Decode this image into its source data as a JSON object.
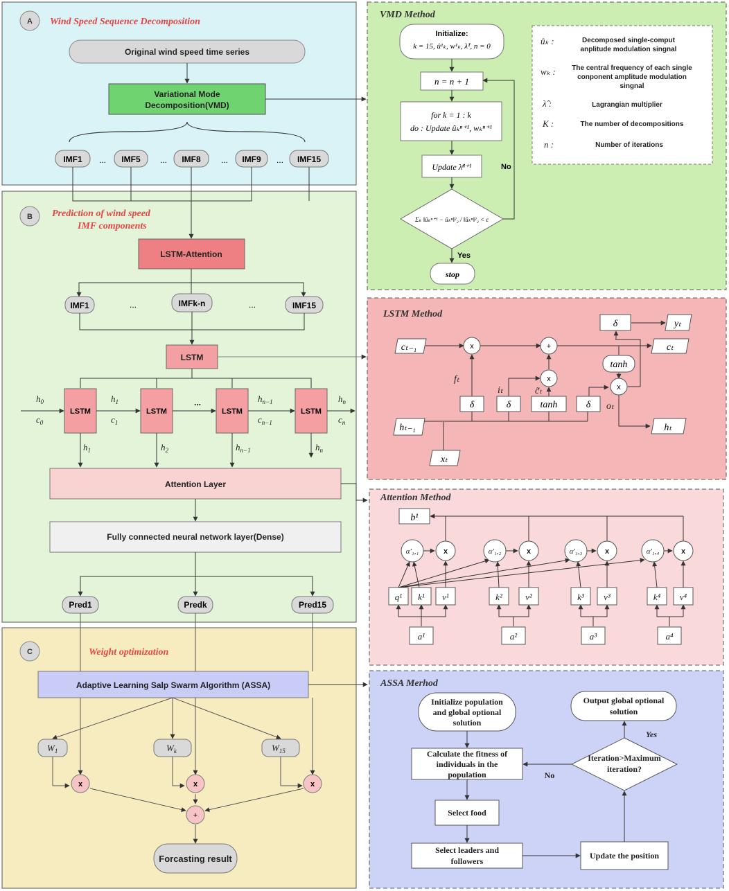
{
  "colors": {
    "panelA": "#d9f3f6",
    "panelB": "#e3f4d8",
    "panelC": "#f6ecbf",
    "vmdPanel": "#cdeeb3",
    "lstmPanel": "#f4b6b7",
    "attnPanel": "#f9d9d9",
    "assaPanel": "#cdd2f7",
    "accent": "#e44646"
  },
  "panelA": {
    "badge": "A",
    "title": "Wind Speed Sequence Decomposition",
    "original_series": "Original  wind speed time series",
    "vmd_line1": "Variational Mode",
    "vmd_line2": "Decomposition(VMD)",
    "imfs": [
      "IMF1",
      "IMF5",
      "IMF8",
      "IMF9",
      "IMF15"
    ],
    "ellipsis": "..."
  },
  "panelB": {
    "badge": "B",
    "title_line1": "Prediction of wind speed",
    "title_line2": "IMF components",
    "lstm_attention": "LSTM-Attention",
    "imfs": [
      "IMF1",
      "IMFk-n",
      "IMF15"
    ],
    "ellipsis": "...",
    "lstm": "LSTM",
    "cell_label": "LSTM",
    "h0": "h",
    "h0_sub": "0",
    "c0": "c",
    "c0_sub": "0",
    "h1": "h",
    "h1_sub": "1",
    "c1": "c",
    "c1_sub": "1",
    "hn1": "h",
    "hn1_sub": "n−1",
    "cn1": "c",
    "cn1_sub": "n−1",
    "hn": "h",
    "hn_sub": "n",
    "cn": "c",
    "cn_sub": "n",
    "out_h1": "h",
    "out_h1_sub": "1",
    "out_h2": "h",
    "out_h2_sub": "2",
    "out_hn1": "h",
    "out_hn1_sub": "n−1",
    "out_hn": "h",
    "out_hn_sub": "n",
    "attention_layer": "Attention Layer",
    "dense": "Fully connected neural network layer(Dense)",
    "preds": [
      "Pred1",
      "Predk",
      "Pred15"
    ]
  },
  "panelC": {
    "badge": "C",
    "title": "Weight optimization",
    "assa": "Adaptive Learning Salp Swarm Algorithm (ASSA)",
    "w1": "W",
    "w1_sub": "1",
    "wk": "W",
    "wk_sub": "k",
    "w15": "W",
    "w15_sub": "15",
    "times": "x",
    "plus": "+",
    "result": "Forcasting result"
  },
  "vmd": {
    "title": "VMD Method",
    "init_line1": "Initialize:",
    "init_line2": "k = 15, û¹ₖ, w¹ₖ, λ̂¹, n = 0",
    "step_n": "n = n + 1",
    "loop_line1": "for  k = 1 : k",
    "loop_line2": "do : Update  ûₖⁿ⁺¹, wₖⁿ⁺¹",
    "update_lambda": "Update  λ̂ⁿ⁺¹",
    "condition": "Σₖ ‖ûₖⁿ⁺¹ − ûₖⁿ‖²₂ / ‖ûₖⁿ‖²₂ < ε",
    "no": "No",
    "yes": "Yes",
    "stop": "stop",
    "legend": [
      {
        "symbol": "ûₖ :",
        "lines": [
          "Decomposed single-comput",
          "anplitude modulation singnal"
        ]
      },
      {
        "symbol": "wₖ :",
        "lines": [
          "The central frequency of each single",
          "conponent amplitude modulation",
          "singnal"
        ]
      },
      {
        "symbol": "λ̂ :",
        "lines": [
          "Lagrangian multiplier"
        ]
      },
      {
        "symbol": "K :",
        "lines": [
          "The number of decompositions"
        ]
      },
      {
        "symbol": "n :",
        "lines": [
          "Number of iterations"
        ]
      }
    ]
  },
  "lstm_method": {
    "title": "LSTM Method",
    "c_prev": "cₜ₋₁",
    "h_prev": "hₜ₋₁",
    "x_t": "xₜ",
    "c_t": "cₜ",
    "h_t": "hₜ",
    "y_t": "yₜ",
    "sigma": "δ",
    "tanh": "tanh",
    "times": "x",
    "plus": "+",
    "f_t": "fₜ",
    "i_t": "iₜ",
    "c_tilde": "c̃ₜ",
    "o_t": "oₜ"
  },
  "attention_method": {
    "title": "Attention Method",
    "b1": "b¹",
    "alphas": [
      "α′₁,₁",
      "α′₁,₂",
      "α′₁,₃",
      "α′₁,₄"
    ],
    "times": "x",
    "q1": "q¹",
    "keys": [
      "k¹",
      "k²",
      "k³",
      "k⁴"
    ],
    "values": [
      "v¹",
      "v²",
      "v³",
      "v⁴"
    ],
    "inputs": [
      "a¹",
      "a²",
      "a³",
      "a⁴"
    ]
  },
  "assa_method": {
    "title": "ASSA Merhod",
    "init": [
      "Initialize population",
      "and global optional",
      "solution"
    ],
    "fitness": [
      "Calculate the fitness of",
      "individuals in the",
      "population"
    ],
    "select_food": "Select food",
    "select_leaders": [
      "Select leaders and",
      "followers"
    ],
    "update": "Update the position",
    "iteration": [
      "Iteration>Maximum",
      "iteration?"
    ],
    "output": [
      "Output global optional",
      "solution"
    ],
    "no": "No",
    "yes": "Yes"
  }
}
